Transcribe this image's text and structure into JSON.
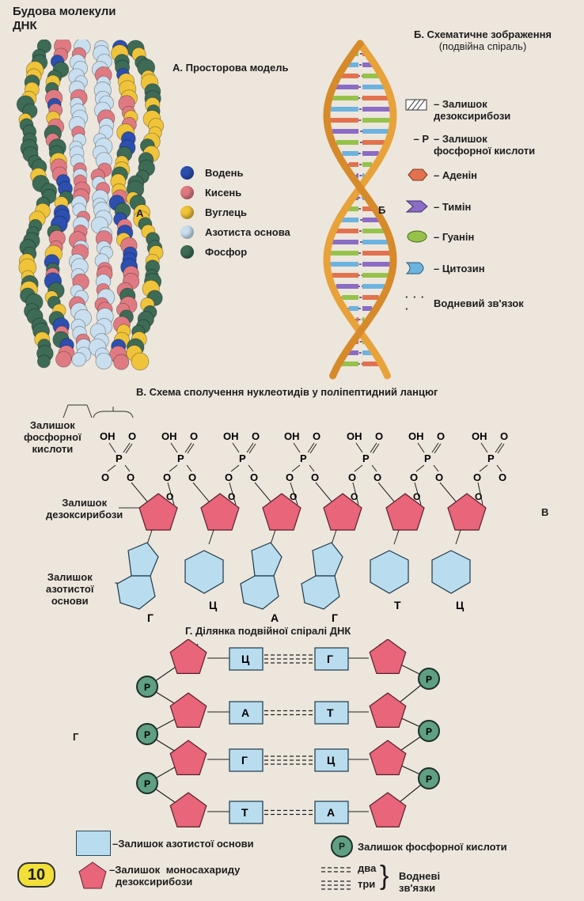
{
  "page_title": "Будова молекули ДНК",
  "section_a": {
    "title": "А. Просторова модель",
    "label": "А",
    "legend": [
      {
        "name": "Водень",
        "color": "#2c4fb0"
      },
      {
        "name": "Кисень",
        "color": "#e07a82"
      },
      {
        "name": "Вуглець",
        "color": "#f0c43a"
      },
      {
        "name": "Азотиста основа",
        "color": "#c9dff0"
      },
      {
        "name": "Фосфор",
        "color": "#3d6b56"
      }
    ]
  },
  "section_b": {
    "title": "Б. Схематичне зображення",
    "subtitle": "(подвійна спіраль)",
    "label": "Б",
    "legend": [
      {
        "name": "Залишок дезоксирибози",
        "line1": "Залишок",
        "line2": "дезоксирибози"
      },
      {
        "name": "Залишок фосфорної кислоти",
        "line1": "Залишок",
        "line2": "фосфорної кислоти",
        "symbol": "P"
      },
      {
        "name": "Аденін",
        "line1": "Аденін",
        "color": "#e2724f"
      },
      {
        "name": "Тимін",
        "line1": "Тимін",
        "color": "#8b6cc4"
      },
      {
        "name": "Гуанін",
        "line1": "Гуанін",
        "color": "#96c24c"
      },
      {
        "name": "Цитозин",
        "line1": "Цитозин",
        "color": "#6db3e0"
      },
      {
        "name": "Водневий зв'язок",
        "line1": "Водневий зв'язок"
      }
    ]
  },
  "section_v": {
    "title": "В. Схема сполучення нуклеотидів у поліпептидний ланцюг",
    "label": "В",
    "label_phosphate_1": "Залишок",
    "label_phosphate_2": "фосфорної",
    "label_phosphate_3": "кислоти",
    "label_sugar_1": "Залишок",
    "label_sugar_2": "дезоксирибози",
    "label_base_1": "Залишок",
    "label_base_2": "азотистої",
    "label_base_3": "основи",
    "atom_oh": "OH",
    "atom_o": "O",
    "atom_p": "P",
    "bases": [
      "Г",
      "Ц",
      "А",
      "Г",
      "Т",
      "Ц"
    ]
  },
  "section_g": {
    "title": "Г. Ділянка подвійної спіралі ДНК",
    "label": "Г",
    "phosphate_symbol": "P",
    "pairs": [
      {
        "left": "Ц",
        "right": "Г",
        "bonds": 3
      },
      {
        "left": "А",
        "right": "Т",
        "bonds": 2
      },
      {
        "left": "Г",
        "right": "Ц",
        "bonds": 3
      },
      {
        "left": "Т",
        "right": "А",
        "bonds": 2
      }
    ]
  },
  "legend_bottom": {
    "base": "Залишок азотистої основи",
    "phosphate": "Залишок фосфорної кислоти",
    "phosphate_symbol": "P",
    "sugar_1": "Залишок моносахариду",
    "sugar_2": "дезоксирибози",
    "two": "два",
    "three": "три",
    "hbonds": "Водневі зв'язки"
  },
  "page_number": "10",
  "colors": {
    "sugar": "#e8657a",
    "base": "#b9dcef",
    "phosphate": "#5f9f82",
    "helix": "#e8a23a"
  }
}
